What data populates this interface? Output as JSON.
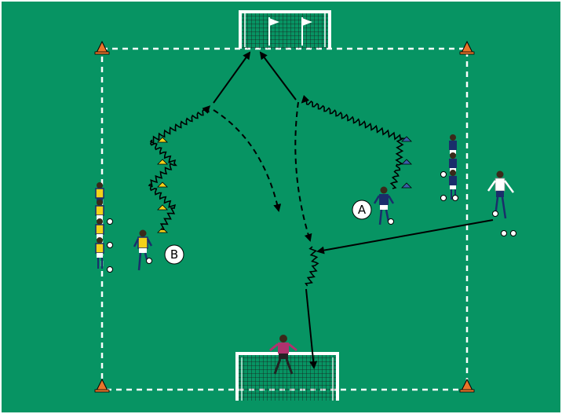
{
  "diagram": {
    "background_color": "#079463",
    "line_color": "#ffffff",
    "path_color": "#000000",
    "labels": [
      {
        "id": "label-a",
        "text": "A"
      },
      {
        "id": "label-b",
        "text": "B"
      }
    ],
    "cone_colors": {
      "corner": "#e8742a",
      "left_dribble": "#f2d21a",
      "right_dribble": "#3b5ea8"
    },
    "player_colors": {
      "yellow_team_shirt": "#f2d21a",
      "blue_team_shirt": "#1a2e6b",
      "goalkeeper_shirt": "#b0326e",
      "coach_shirt": "#ffffff"
    }
  }
}
